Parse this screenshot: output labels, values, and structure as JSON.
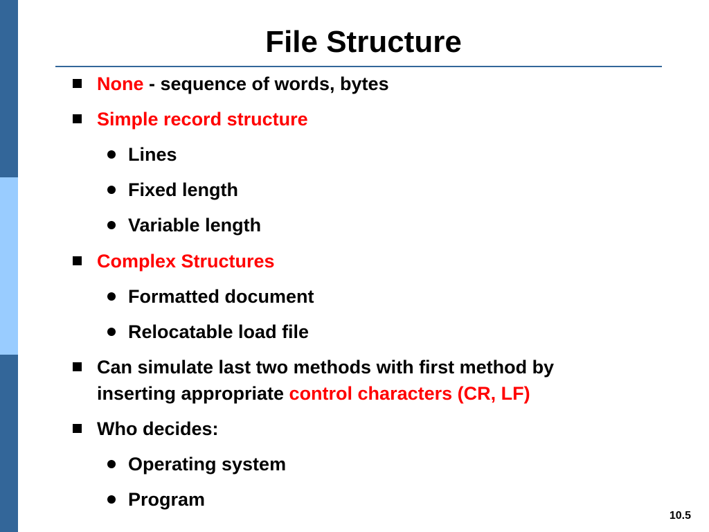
{
  "slide": {
    "title": "File Structure",
    "page_number": "10.5",
    "items": [
      {
        "red": "None",
        "text": " - sequence of words, bytes"
      },
      {
        "red": "Simple record structure"
      },
      {
        "text": "Lines"
      },
      {
        "text": "Fixed length"
      },
      {
        "text": "Variable length"
      },
      {
        "red": "Complex Structures"
      },
      {
        "text": "Formatted document"
      },
      {
        "text": "Relocatable load file"
      },
      {
        "line1": "Can simulate last two methods with first method by",
        "line2": "inserting appropriate ",
        "red": "control characters (CR, LF)"
      },
      {
        "text": "Who decides:"
      },
      {
        "text": "Operating system"
      },
      {
        "text": "Program"
      }
    ]
  },
  "colors": {
    "accent_bar_dark": "#336699",
    "accent_bar_light": "#99ccff",
    "highlight_text": "#ff0000"
  }
}
